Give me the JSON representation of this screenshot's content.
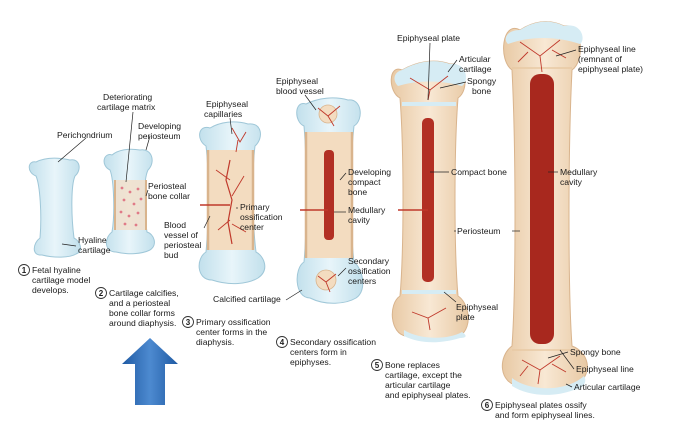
{
  "colors": {
    "cartilage": "#d6ecf4",
    "cartilage_edge": "#9fc7d8",
    "bone": "#f3dcc0",
    "bone_edge": "#d9b48d",
    "vessel": "#c0392b",
    "marrow": "#a8281e",
    "arrow": "#2f6db5"
  },
  "icons": {
    "arrow": "up-arrow-icon"
  },
  "labels": {
    "perichondrium": "Perichondrium",
    "hyaline_1": "Hyaline",
    "hyaline_2": "cartilage",
    "deteriorating_1": "Deteriorating",
    "deteriorating_2": "cartilage matrix",
    "developing_periosteum_1": "Developing",
    "developing_periosteum_2": "periosteum",
    "periosteal_collar_1": "Periosteal",
    "periosteal_collar_2": "bone collar",
    "epiphyseal_capillaries_1": "Epiphyseal",
    "epiphyseal_capillaries_2": "capillaries",
    "primary_center_1": "Primary",
    "primary_center_2": "ossification",
    "primary_center_3": "center",
    "blood_vessel_1": "Blood",
    "blood_vessel_2": "vessel of",
    "blood_vessel_3": "periosteal",
    "blood_vessel_4": "bud",
    "calcified_cartilage": "Calcified cartilage",
    "epiphyseal_vessel_1": "Epiphyseal",
    "epiphyseal_vessel_2": "blood vessel",
    "developing_compact_1": "Developing",
    "developing_compact_2": "compact",
    "developing_compact_3": "bone",
    "medullary_4_1": "Medullary",
    "medullary_4_2": "cavity",
    "secondary_centers_1": "Secondary",
    "secondary_centers_2": "ossification",
    "secondary_centers_3": "centers",
    "epiphyseal_plate_top": "Epiphyseal plate",
    "articular_cartilage_5_1": "Articular",
    "articular_cartilage_5_2": "cartilage",
    "spongy_bone_5_1": "Spongy",
    "spongy_bone_5_2": "bone",
    "compact_bone": "Compact bone",
    "periosteum": "Periosteum",
    "epiphyseal_plate_5_1": "Epiphyseal",
    "epiphyseal_plate_5_2": "plate",
    "epiphyseal_line_1": "Epiphyseal line",
    "epiphyseal_line_2": "(remnant of",
    "epiphyseal_line_3": "epiphyseal plate)",
    "medullary_6_1": "Medullary",
    "medullary_6_2": "cavity",
    "spongy_bone_6": "Spongy bone",
    "epiphyseal_line_6": "Epiphyseal line",
    "articular_cartilage_6": "Articular cartilage"
  },
  "steps": [
    {
      "num": "1",
      "lines": [
        "Fetal hyaline",
        "cartilage model",
        "develops."
      ]
    },
    {
      "num": "2",
      "lines": [
        "Cartilage calcifies,",
        "and a periosteal",
        "bone collar forms",
        "around diaphysis."
      ]
    },
    {
      "num": "3",
      "lines": [
        "Primary ossification",
        "center forms in the",
        "diaphysis."
      ]
    },
    {
      "num": "4",
      "lines": [
        "Secondary ossification",
        "centers form in",
        "epiphyses."
      ]
    },
    {
      "num": "5",
      "lines": [
        "Bone replaces",
        "cartilage, except the",
        "articular cartilage",
        "and epiphyseal plates."
      ]
    },
    {
      "num": "6",
      "lines": [
        "Epiphyseal plates ossify",
        "and form epiphyseal lines."
      ]
    }
  ]
}
